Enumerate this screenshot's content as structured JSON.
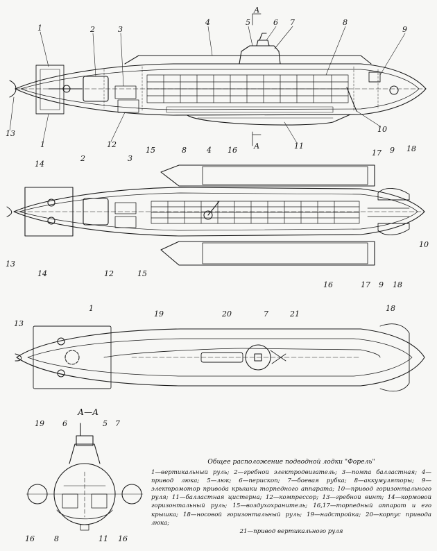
{
  "caption": {
    "title": "Общее расположение подводной лодки \"Форель\"",
    "body": "1—вертикальный руль; 2—гребной электродвигатель; 3—помпа балластная; 4—привод люка; 5—люк; 6—перископ; 7—боевая рубка; 8—аккумуляторы; 9—электромотор привода крышки торпедного аппарата; 10—привод горизонтального руля; 11—балластная цистерна; 12—компрессор; 13—гребной винт; 14—кормовой горизонтальный руль; 15—воздухохранитель; 16,17—торпедный аппарат и его крышка; 18—носовой горизонтальный руль; 19—надстройка; 20—корпус привода люка;",
    "last_line": "21—привод вертикального руля"
  },
  "section": {
    "label": "А—А"
  },
  "section_marks": {
    "top": "А",
    "bottom": "А"
  },
  "callouts": {
    "side_view": [
      "1",
      "2",
      "3",
      "4",
      "5",
      "6",
      "7",
      "8",
      "9",
      "13",
      "1",
      "12",
      "11",
      "10"
    ],
    "plan_view": [
      "14",
      "2",
      "3",
      "15",
      "8",
      "4",
      "16",
      "17",
      "9",
      "18",
      "13",
      "14",
      "12",
      "15",
      "16",
      "17",
      "9",
      "18",
      "10"
    ],
    "deck_view": [
      "13",
      "1",
      "19",
      "20",
      "7",
      "21",
      "18"
    ],
    "cross_section": [
      "19",
      "6",
      "5",
      "7",
      "16",
      "8",
      "11",
      "16"
    ]
  }
}
